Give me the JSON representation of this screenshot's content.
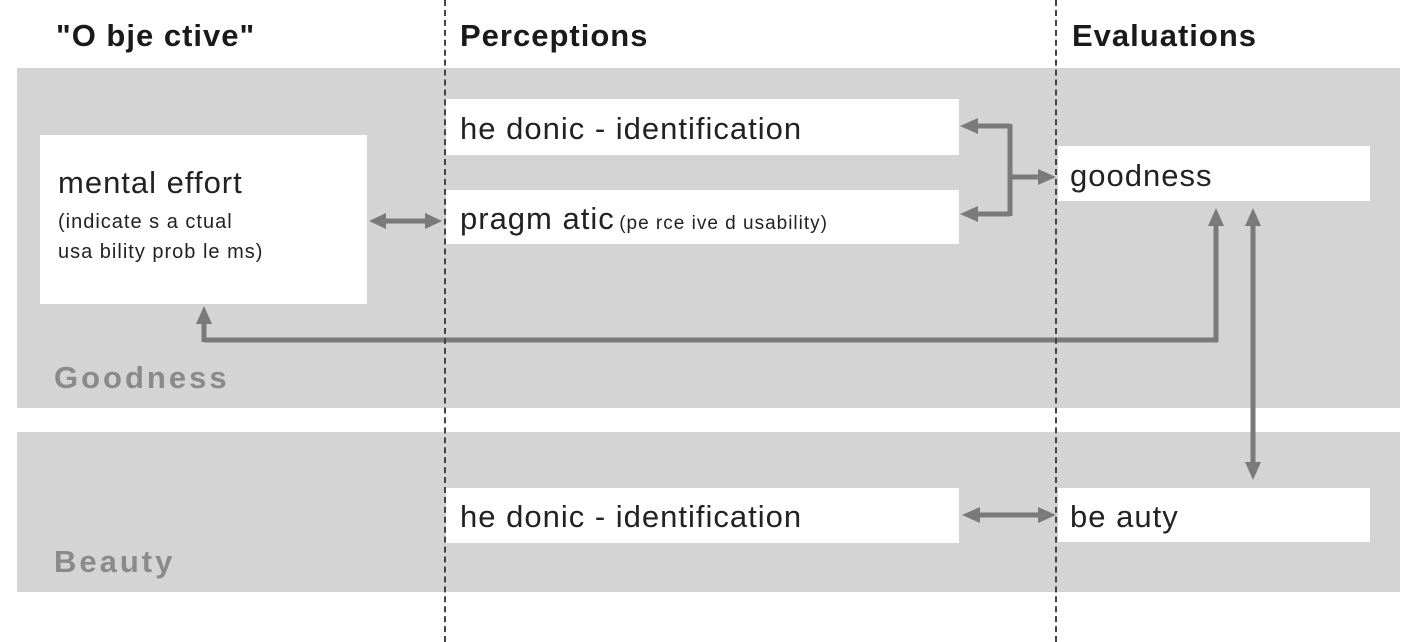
{
  "columns": {
    "objective": "\"O bje ctive\"",
    "perceptions": "Perceptions",
    "evaluations": "Evaluations"
  },
  "goodness_band": {
    "label": "Goodness",
    "mental_effort": {
      "title": "mental effort",
      "note_line1": "(indicate s a ctual",
      "note_line2": "usa bility  prob le ms)"
    },
    "hedonic": "he donic - identification",
    "pragmatic": {
      "main": "pragm atic",
      "note": "(pe rce ive d usability)"
    },
    "goodness": "goodness"
  },
  "beauty_band": {
    "label": "Beauty",
    "hedonic": "he donic - identification",
    "beauty": "be auty"
  },
  "colors": {
    "band": "#d4d4d4",
    "arrow": "#7a7a7a",
    "band_label": "#8a8a8a"
  }
}
